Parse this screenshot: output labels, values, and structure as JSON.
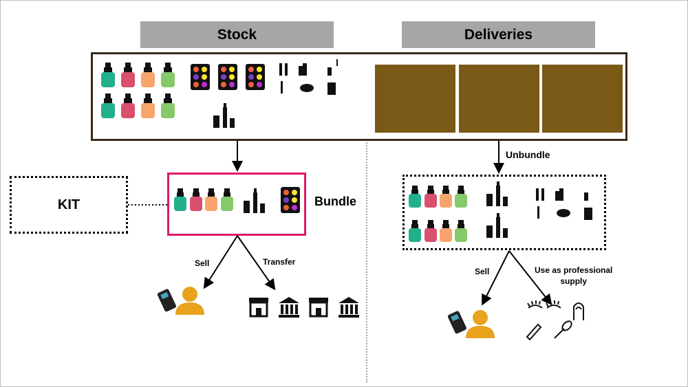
{
  "headers": {
    "stock": "Stock",
    "deliveries": "Deliveries"
  },
  "labels": {
    "kit": "KIT",
    "bundle": "Bundle",
    "unbundle": "Unbundle",
    "sell_left": "Sell",
    "transfer": "Transfer",
    "sell_right": "Sell",
    "use_as_professional_supply_line1": "Use as professional",
    "use_as_professional_supply_line2": "supply"
  },
  "colors": {
    "header_bg": "#a6a6a6",
    "box_brown": "#7a5816",
    "bundle_border": "#e0186c",
    "polish_teal": "#22b08c",
    "polish_rose": "#d9506e",
    "polish_peach": "#f7a56c",
    "polish_green": "#86c96a",
    "person": "#e8a21c"
  },
  "icons": [
    "nail-polish-icon",
    "eyeshadow-palette-icon",
    "lipstick-icon",
    "cosmetics-icon",
    "delivery-box-icon",
    "card-terminal-icon",
    "person-icon",
    "store-icon",
    "bank-icon",
    "eyelash-icon",
    "fingernail-icon",
    "makeup-brush-icon"
  ]
}
